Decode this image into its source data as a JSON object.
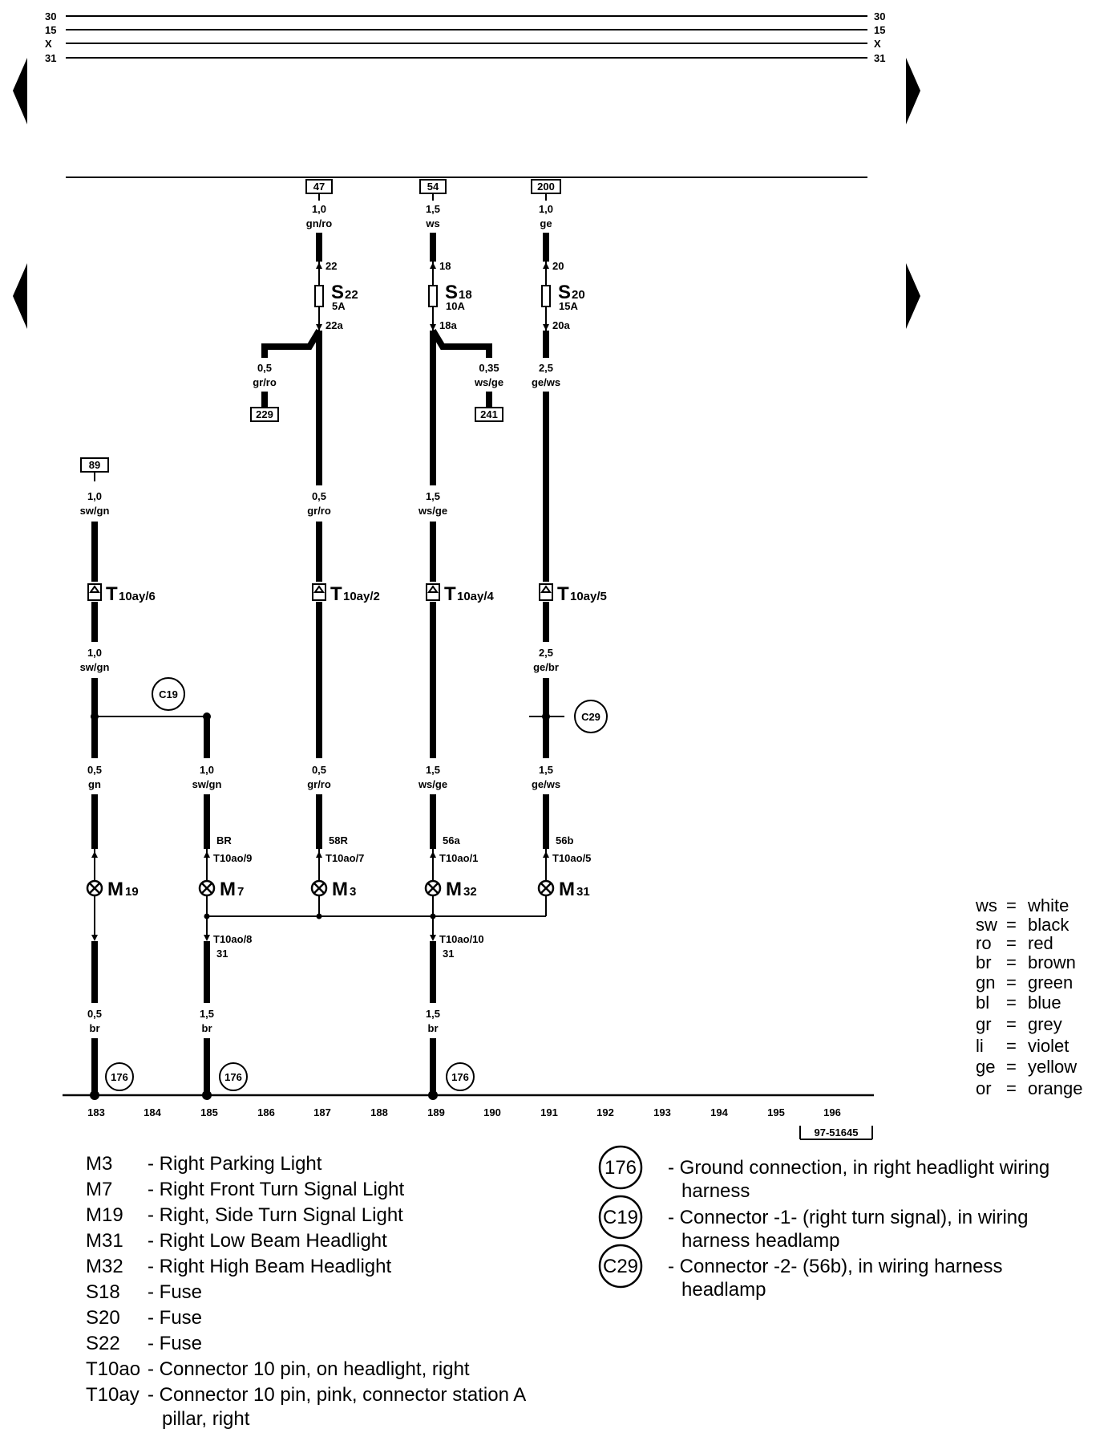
{
  "bus_lines": [
    {
      "left": "30",
      "right": "30"
    },
    {
      "left": "15",
      "right": "15"
    },
    {
      "left": "X",
      "right": "X"
    },
    {
      "left": "31",
      "right": "31"
    }
  ],
  "references": {
    "r47": "47",
    "r54": "54",
    "r200": "200",
    "r229": "229",
    "r241": "241",
    "r89": "89"
  },
  "wires": {
    "w1": {
      "size": "1,0",
      "color": "gn/ro"
    },
    "w2": {
      "size": "1,5",
      "color": "ws"
    },
    "w3": {
      "size": "1,0",
      "color": "ge"
    },
    "w4": {
      "size": "0,5",
      "color": "gr/ro"
    },
    "w5": {
      "size": "0,35",
      "color": "ws/ge"
    },
    "w6": {
      "size": "2,5",
      "color": "ge/ws"
    },
    "w7": {
      "size": "1,0",
      "color": "sw/gn"
    },
    "w8": {
      "size": "0,5",
      "color": "gr/ro"
    },
    "w9": {
      "size": "1,5",
      "color": "ws/ge"
    },
    "w10": {
      "size": "1,0",
      "color": "sw/gn"
    },
    "w11": {
      "size": "2,5",
      "color": "ge/br"
    },
    "w12": {
      "size": "0,5",
      "color": "gn"
    },
    "w13": {
      "size": "1,0",
      "color": "sw/gn"
    },
    "w14": {
      "size": "0,5",
      "color": "gr/ro"
    },
    "w15": {
      "size": "1,5",
      "color": "ws/ge"
    },
    "w16": {
      "size": "1,5",
      "color": "ge/ws"
    },
    "w17": {
      "size": "0,5",
      "color": "br"
    },
    "w18": {
      "size": "1,5",
      "color": "br"
    },
    "w19": {
      "size": "1,5",
      "color": "br"
    }
  },
  "fuses": {
    "s22": {
      "letter": "S",
      "sub": "22",
      "rating": "5A",
      "in": "22",
      "out": "22a"
    },
    "s18": {
      "letter": "S",
      "sub": "18",
      "rating": "10A",
      "in": "18",
      "out": "18a"
    },
    "s20": {
      "letter": "S",
      "sub": "20",
      "rating": "15A",
      "in": "20",
      "out": "20a"
    }
  },
  "connectors_t10ay": {
    "c1": {
      "letter": "T",
      "sub": "10ay/6"
    },
    "c2": {
      "letter": "T",
      "sub": "10ay/2"
    },
    "c3": {
      "letter": "T",
      "sub": "10ay/4"
    },
    "c4": {
      "letter": "T",
      "sub": "10ay/5"
    }
  },
  "pins_top": {
    "p1": {
      "func": "BR",
      "pin": "T10ao/9"
    },
    "p2": {
      "func": "58R",
      "pin": "T10ao/7"
    },
    "p3": {
      "func": "56a",
      "pin": "T10ao/1"
    },
    "p4": {
      "func": "56b",
      "pin": "T10ao/5"
    }
  },
  "pins_bottom": {
    "p1": {
      "pin": "T10ao/8",
      "func": "31"
    },
    "p2": {
      "pin": "T10ao/10",
      "func": "31"
    }
  },
  "lamps": {
    "m19": {
      "letter": "M",
      "sub": "19"
    },
    "m7": {
      "letter": "M",
      "sub": "7"
    },
    "m3": {
      "letter": "M",
      "sub": "3"
    },
    "m32": {
      "letter": "M",
      "sub": "32"
    },
    "m31": {
      "letter": "M",
      "sub": "31"
    }
  },
  "junctions": {
    "c19": "C19",
    "c29": "C29",
    "g1": "176",
    "g2": "176",
    "g3": "176"
  },
  "track_numbers": [
    "183",
    "184",
    "185",
    "186",
    "187",
    "188",
    "189",
    "190",
    "191",
    "192",
    "193",
    "194",
    "195",
    "196"
  ],
  "figure_id": "97-51645",
  "color_legend": [
    {
      "code": "ws",
      "name": "white"
    },
    {
      "code": "sw",
      "name": "black"
    },
    {
      "code": "ro",
      "name": "red"
    },
    {
      "code": "br",
      "name": "brown"
    },
    {
      "code": "gn",
      "name": "green"
    },
    {
      "code": "bl",
      "name": "blue"
    },
    {
      "code": "gr",
      "name": "grey"
    },
    {
      "code": "li",
      "name": "violet"
    },
    {
      "code": "ge",
      "name": "yellow"
    },
    {
      "code": "or",
      "name": "orange"
    }
  ],
  "component_legend": [
    {
      "code": "M3",
      "desc": "- Right Parking Light"
    },
    {
      "code": "M7",
      "desc": "- Right Front Turn Signal Light"
    },
    {
      "code": "M19",
      "desc": "- Right, Side Turn Signal Light"
    },
    {
      "code": "M31",
      "desc": "- Right Low Beam Headlight"
    },
    {
      "code": "M32",
      "desc": "- Right High Beam Headlight"
    },
    {
      "code": "S18",
      "desc": "- Fuse"
    },
    {
      "code": "S20",
      "desc": "- Fuse"
    },
    {
      "code": "S22",
      "desc": "- Fuse"
    },
    {
      "code": "T10ao",
      "desc": "- Connector 10 pin, on headlight, right"
    },
    {
      "code": "T10ay",
      "desc": "- Connector 10 pin, pink, connector station A",
      "desc2": "pillar, right"
    }
  ],
  "circle_legend": [
    {
      "symbol": "176",
      "line1": "- Ground connection, in right headlight wiring",
      "line2": "harness"
    },
    {
      "symbol": "C19",
      "line1": "- Connector -1- (right turn signal), in wiring",
      "line2": "harness headlamp"
    },
    {
      "symbol": "C29",
      "line1": "- Connector -2- (56b), in wiring harness",
      "line2": "headlamp"
    }
  ]
}
